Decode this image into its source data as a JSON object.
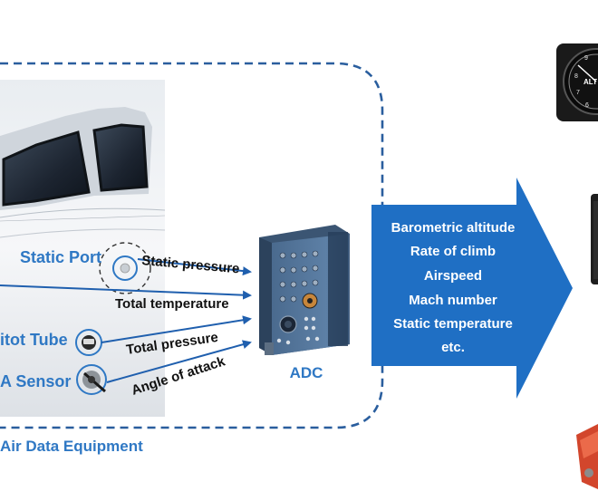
{
  "sensors": {
    "static_port": "Static Port",
    "pitot_tube": "itot Tube",
    "aoa_sensor": "A Sensor"
  },
  "signals": {
    "static_pressure": "Static pressure",
    "total_temperature": "Total temperature",
    "total_pressure": "Total pressure",
    "angle_of_attack": "Angle of attack"
  },
  "computer": {
    "label": "ADC"
  },
  "group": {
    "label": "Air Data Equipment"
  },
  "outputs": [
    "Barometric altitude",
    "Rate of climb",
    "Airspeed",
    "Mach number",
    "Static temperature",
    "etc."
  ],
  "instrument": {
    "label": "ALT"
  },
  "colors": {
    "accent_blue": "#2f78c4",
    "arrow_blue": "#1f6fc4",
    "dashed_border": "#2a5e9e"
  }
}
